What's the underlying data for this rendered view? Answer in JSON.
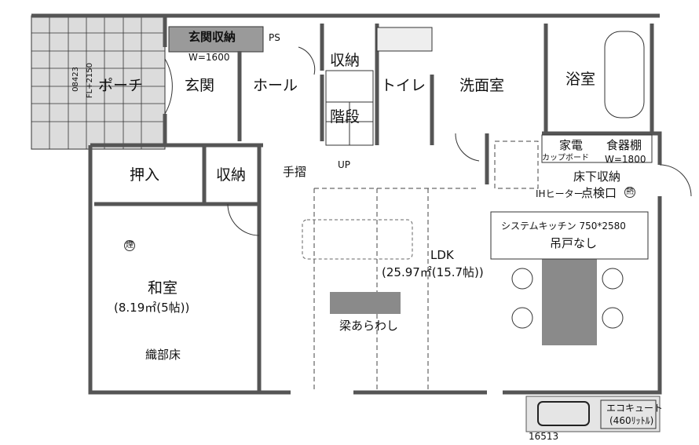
{
  "rooms": {
    "entrance_storage": "玄関収納",
    "entrance_storage_width": "W=1600",
    "ps": "PS",
    "porch_dim1": "08423",
    "porch_dim2": "FL+2150",
    "porch": "ポーチ",
    "entrance": "玄関",
    "hall": "ホール",
    "hall_storage": "収納",
    "toilet": "トイレ",
    "washroom": "洗面室",
    "bathroom": "浴室",
    "stairs": "階段",
    "up": "UP",
    "handrail": "手摺",
    "closet": "押入",
    "storage": "収納",
    "appliance": "家電",
    "cupboard": "カップボード",
    "dish_shelf": "食器棚",
    "dish_shelf_width": "W=1800",
    "underfloor_storage": "床下収納",
    "ih_heater": "IHヒーター",
    "inspection_hatch": "点検口",
    "heat_symbol": "熱",
    "system_kitchen": "システムキッチン 750*2580",
    "no_wall_cabinet": "吊戸なし",
    "ldk": "LDK",
    "ldk_area": "(25.97㎡(15.7帖))",
    "smoke_symbol": "煙",
    "washitsu": "和室",
    "washitsu_area": "(8.19㎡(5帖))",
    "exposed_beam": "梁あらわし",
    "oribe_floor": "織部床",
    "dimension": "16513",
    "ecocute": "エコキュート",
    "ecocute_capacity": "(460ﾘｯﾄﾙ)"
  },
  "colors": {
    "wall": "#7a7a7a",
    "tile": "#d8d8d8",
    "fill": "#8a8a8a"
  }
}
